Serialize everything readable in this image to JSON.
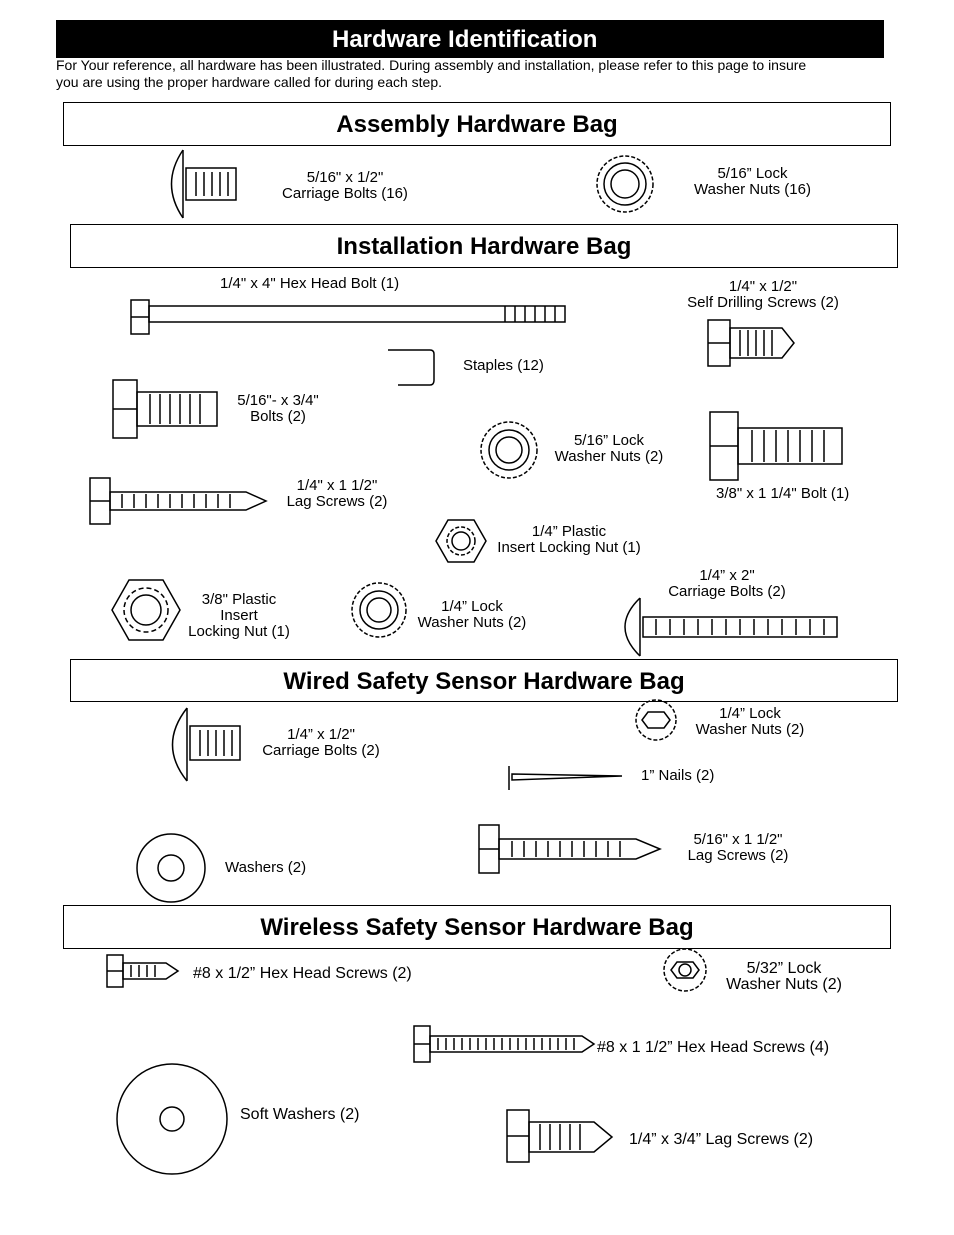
{
  "header": {
    "title": "Hardware Identification",
    "intro_line1": "For Your reference, all hardware has been illustrated. During assembly and installation, please refer to this page to insure",
    "intro_line2": "you are using the proper hardware called for during each step."
  },
  "assembly": {
    "heading": "Assembly Hardware Bag",
    "carriage_bolts": [
      "5/16\" x 1/2\"",
      "Carriage Bolts (16)"
    ],
    "lock_nuts": [
      "5/16” Lock",
      "Washer Nuts (16)"
    ]
  },
  "installation": {
    "heading": "Installation Hardware Bag",
    "hex_bolt": "1/4\" x 4\" Hex Head Bolt (1)",
    "self_drilling": [
      "1/4\" x 1/2\"",
      "Self Drilling Screws (2)"
    ],
    "staples": "Staples (12)",
    "bolts_516": [
      "5/16\"- x 3/4\"",
      "Bolts (2)"
    ],
    "lock_nuts_516": [
      "5/16” Lock",
      "Washer Nuts (2)"
    ],
    "bolt_38": "3/8\" x 1 1/4\"  Bolt (1)",
    "lag_screws": [
      "1/4\" x 1 1/2\"",
      "Lag Screws (2)"
    ],
    "plastic_nut_14": [
      "1/4” Plastic",
      "Insert Locking Nut (1)"
    ],
    "carriage_2": [
      "1/4” x 2\"",
      "Carriage Bolts (2)"
    ],
    "plastic_nut_38": [
      "3/8\" Plastic",
      "Insert",
      "Locking Nut (1)"
    ],
    "lock_nuts_14": [
      "1/4” Lock",
      "Washer Nuts (2)"
    ]
  },
  "wired": {
    "heading": "Wired Safety Sensor Hardware Bag",
    "carriage": [
      "1/4” x 1/2\"",
      "Carriage Bolts (2)"
    ],
    "lock_nuts": [
      "1/4” Lock",
      "Washer Nuts (2)"
    ],
    "nails": "1” Nails (2)",
    "washers": "Washers (2)",
    "lag_screws": [
      "5/16\" x 1 1/2\"",
      "Lag Screws (2)"
    ]
  },
  "wireless": {
    "heading": "Wireless Safety Sensor Hardware Bag",
    "hex_screws_short": "#8 x 1/2” Hex Head Screws (2)",
    "lock_nuts": [
      "5/32” Lock",
      "Washer Nuts (2)"
    ],
    "hex_screws_long": "#8 x 1 1/2” Hex Head Screws (4)",
    "soft_washers": "Soft Washers (2)",
    "lag_screws": "1/4” x 3/4” Lag Screws (2)"
  }
}
